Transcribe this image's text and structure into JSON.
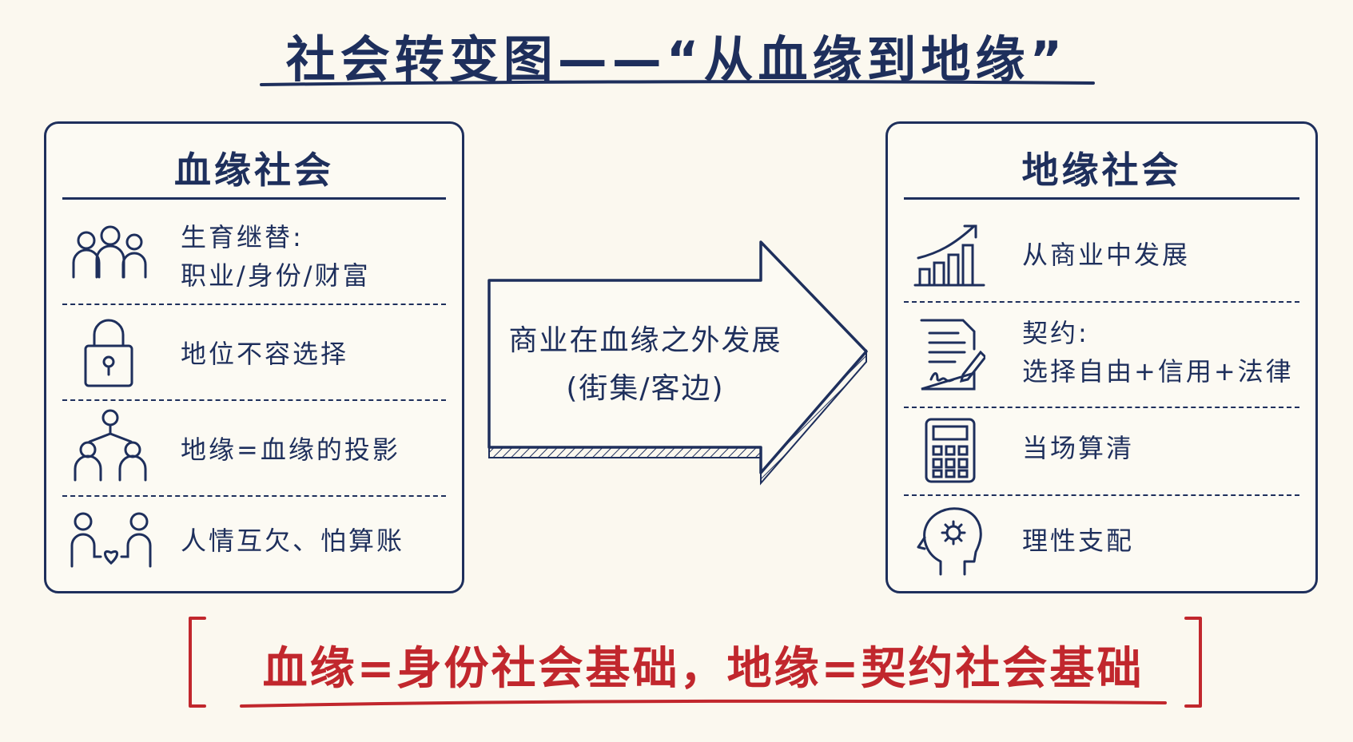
{
  "title": "社会转变图——“从血缘到地缘”",
  "left_panel": {
    "title": "血缘社会",
    "items": [
      {
        "icon": "family-icon",
        "lines": [
          "生育继替:",
          "职业/身份/财富"
        ]
      },
      {
        "icon": "lock-icon",
        "lines": [
          "地位不容选择"
        ]
      },
      {
        "icon": "hierarchy-people-icon",
        "lines": [
          "地缘=血缘的投影"
        ]
      },
      {
        "icon": "people-heart-icon",
        "lines": [
          "人情互欠、怕算账"
        ]
      }
    ]
  },
  "arrow": {
    "line1": "商业在血缘之外发展",
    "line2": "(街集/客边)"
  },
  "right_panel": {
    "title": "地缘社会",
    "items": [
      {
        "icon": "bar-chart-growth-icon",
        "lines": [
          "从商业中发展"
        ]
      },
      {
        "icon": "contract-document-icon",
        "lines": [
          "契约:",
          "选择自由+信用+法律"
        ]
      },
      {
        "icon": "calculator-icon",
        "lines": [
          "当场算清"
        ]
      },
      {
        "icon": "head-gear-icon",
        "lines": [
          "理性支配"
        ]
      }
    ]
  },
  "summary": "血缘=身份社会基础，地缘=契约社会基础",
  "colors": {
    "navy": "#1e2f5c",
    "red": "#c1272d",
    "background": "#fbf8ef"
  }
}
